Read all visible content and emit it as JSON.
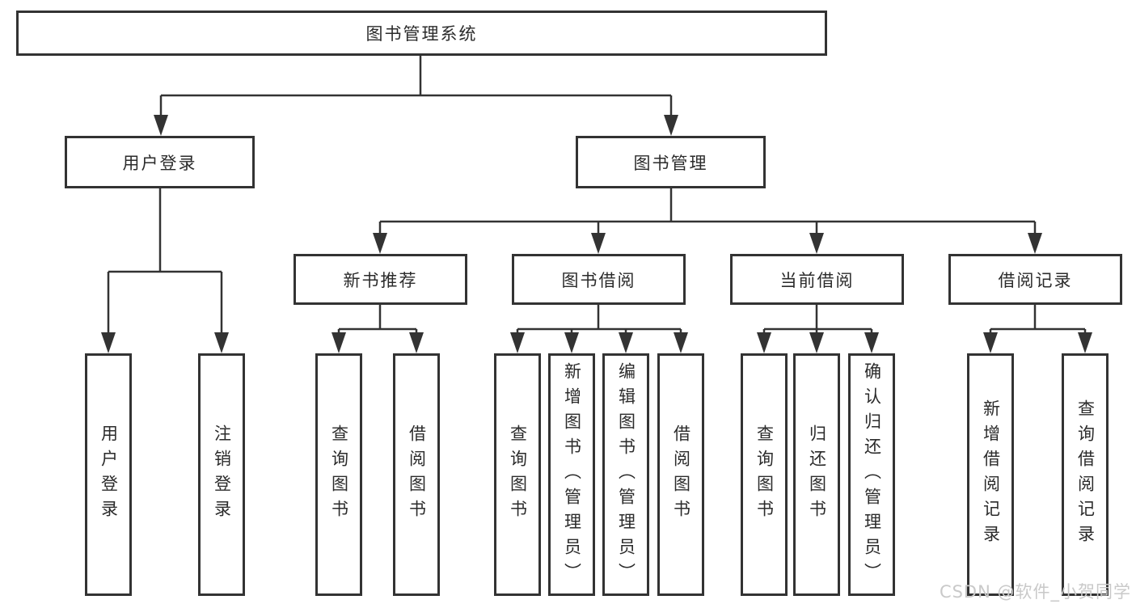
{
  "colors": {
    "line": "#333333",
    "box_border": "#333333",
    "box_background": "#ffffff",
    "text": "#2b2b2b",
    "watermark": "#c9c9c9",
    "background": "#ffffff"
  },
  "tree": {
    "root": "图书管理系统",
    "children": [
      {
        "label": "用户登录",
        "children": [
          "用户登录",
          "注销登录"
        ]
      },
      {
        "label": "图书管理",
        "children": [
          {
            "label": "新书推荐",
            "children": [
              "查询图书",
              "借阅图书"
            ]
          },
          {
            "label": "图书借阅",
            "children": [
              "查询图书",
              "新增图书（管理员）",
              "编辑图书（管理员）",
              "借阅图书"
            ]
          },
          {
            "label": "当前借阅",
            "children": [
              "查询图书",
              "归还图书",
              "确认归还（管理员）"
            ]
          },
          {
            "label": "借阅记录",
            "children": [
              "新增借阅记录",
              "查询借阅记录"
            ]
          }
        ]
      }
    ]
  },
  "watermark": {
    "text": "CSDN @软件_小贺同学"
  }
}
